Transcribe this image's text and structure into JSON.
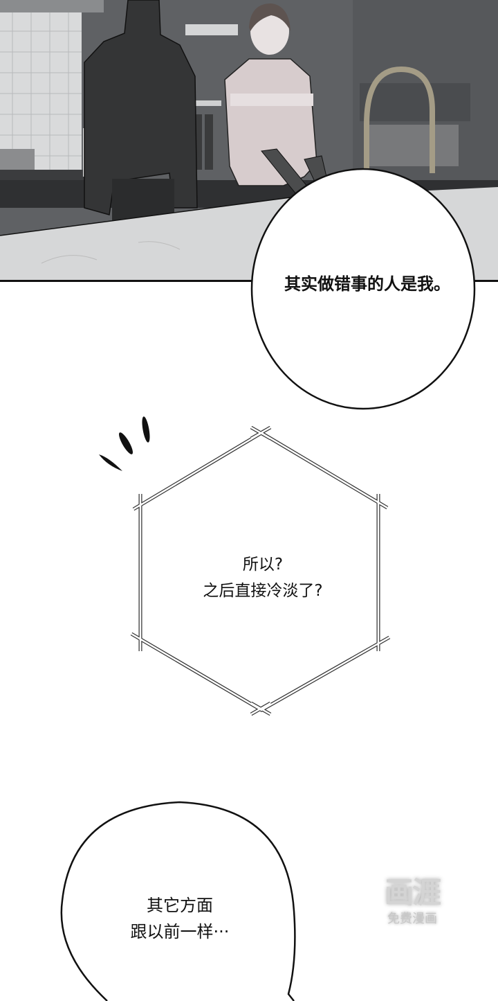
{
  "panel_1": {
    "scene": "kitchen",
    "characters": [
      "man-in-dark-sweater-back-view",
      "young-man-in-pink-sweater"
    ],
    "bubble_text": "其实做错事的人是我。"
  },
  "panel_2": {
    "shape": "hexagon",
    "effect": "emphasis-strokes",
    "lines": [
      "所以?",
      "之后直接冷淡了?"
    ]
  },
  "panel_3": {
    "lines": [
      "其它方面",
      "跟以前一样···"
    ]
  },
  "watermark": {
    "logo": "画涯",
    "subtitle": "免费漫画"
  },
  "colors": {
    "background": "#ffffff",
    "panel_border": "#111111",
    "ink": "#111111",
    "watermark": "#d0d0d0"
  }
}
